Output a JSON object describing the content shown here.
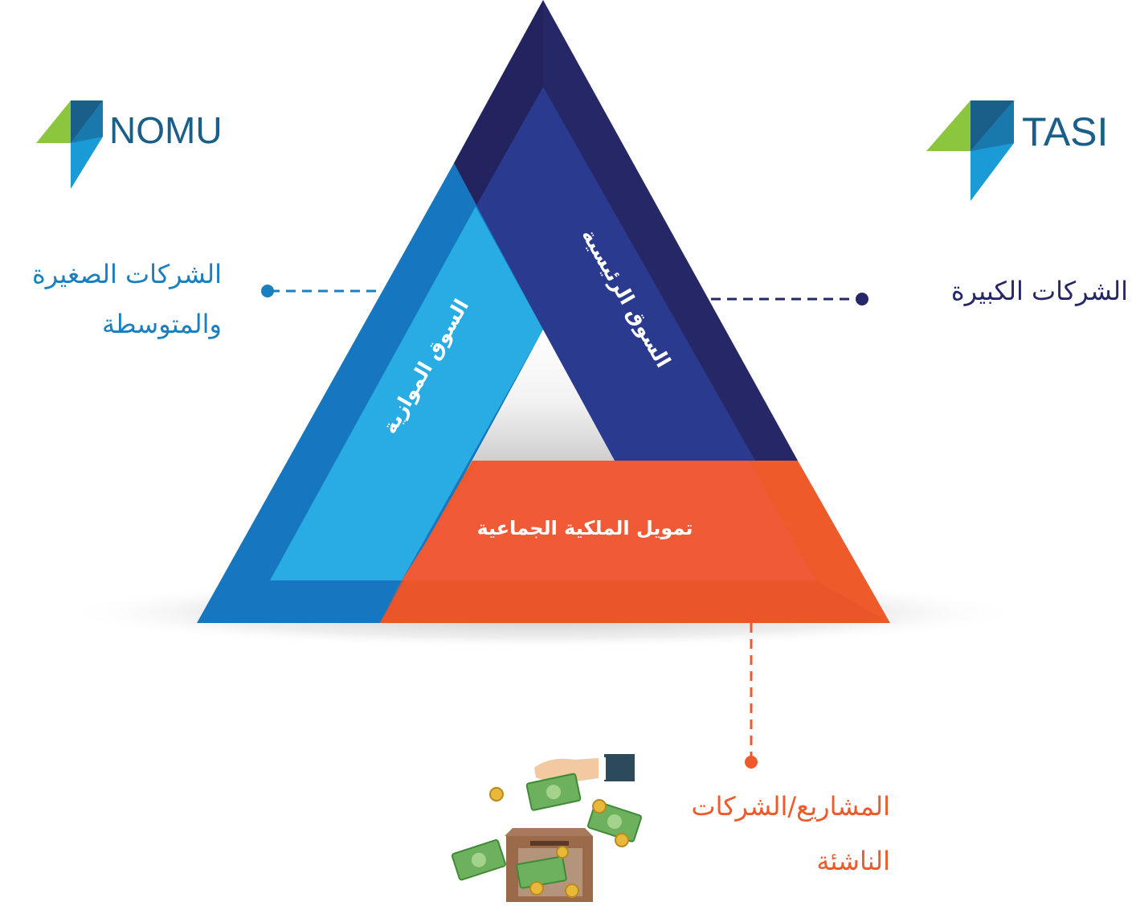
{
  "logos": {
    "left": {
      "text": "NOMU",
      "color": "#1a5f8a"
    },
    "right": {
      "text": "TASI",
      "color": "#1a5f8a"
    }
  },
  "segments": {
    "main_market": {
      "label": "السوق الرئيسية",
      "color_outer": "#262767",
      "color_inner": "#2a3b8f"
    },
    "parallel_market": {
      "label": "السوق الموازية",
      "color_outer": "#1677c0",
      "color_inner": "#28ace3"
    },
    "crowdfunding": {
      "label": "تمويل الملكية الجماعية",
      "color_outer": "#ee5a2a",
      "color_inner": "#f05a37"
    }
  },
  "callouts": {
    "small_medium": {
      "line1": "الشركات الصغيرة",
      "line2": "والمتوسطة",
      "color": "#1a7fc1"
    },
    "large": {
      "text": "الشركات الكبيرة",
      "color": "#262767"
    },
    "startups": {
      "line1": "المشاريع/الشركات",
      "line2": "الناشئة",
      "color": "#ee5a2a"
    }
  },
  "icons": {
    "nomu_logo": "nomu-logo-icon",
    "tasi_logo": "tasi-logo-icon",
    "crowdfunding_illustration": "money-box-icon"
  }
}
